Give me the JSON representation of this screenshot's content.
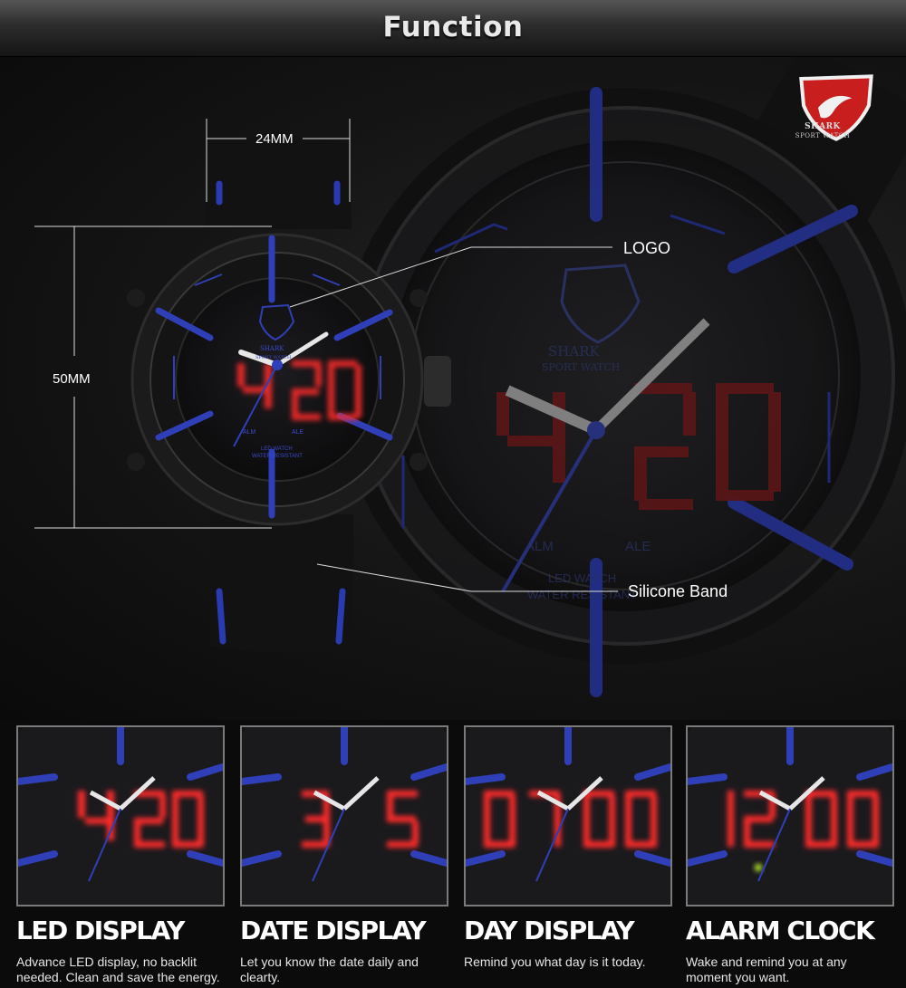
{
  "header": {
    "title": "Function"
  },
  "brand": {
    "name": "SHARK",
    "tagline": "SPORT WATCH"
  },
  "dimensions": {
    "width_label": "24MM",
    "height_label": "50MM"
  },
  "callouts": {
    "logo": "LOGO",
    "band": "Silicone Band"
  },
  "dial": {
    "time_digits": "4:20",
    "labels": [
      "ALM",
      "ALE"
    ],
    "text_line1": "LED WATCH",
    "text_line2": "WATER RESISTANT"
  },
  "colors": {
    "accent_blue": "#2f3fb8",
    "led_red": "#ff2a2a",
    "bg": "#0b0b0b"
  },
  "features": [
    {
      "title": "LED DISPLAY",
      "desc": "Advance LED display, no backlit needed. Clean and save the energy.",
      "display": "4:20"
    },
    {
      "title": "DATE DISPLAY",
      "desc": "Let you know the date daily and clearty.",
      "display": "3  5"
    },
    {
      "title": "DAY DISPLAY",
      "desc": "Remind you what day is it today.",
      "display": "07:00"
    },
    {
      "title": "ALARM CLOCK",
      "desc": "Wake and remind you at any moment you want.",
      "display": "12:00"
    }
  ]
}
